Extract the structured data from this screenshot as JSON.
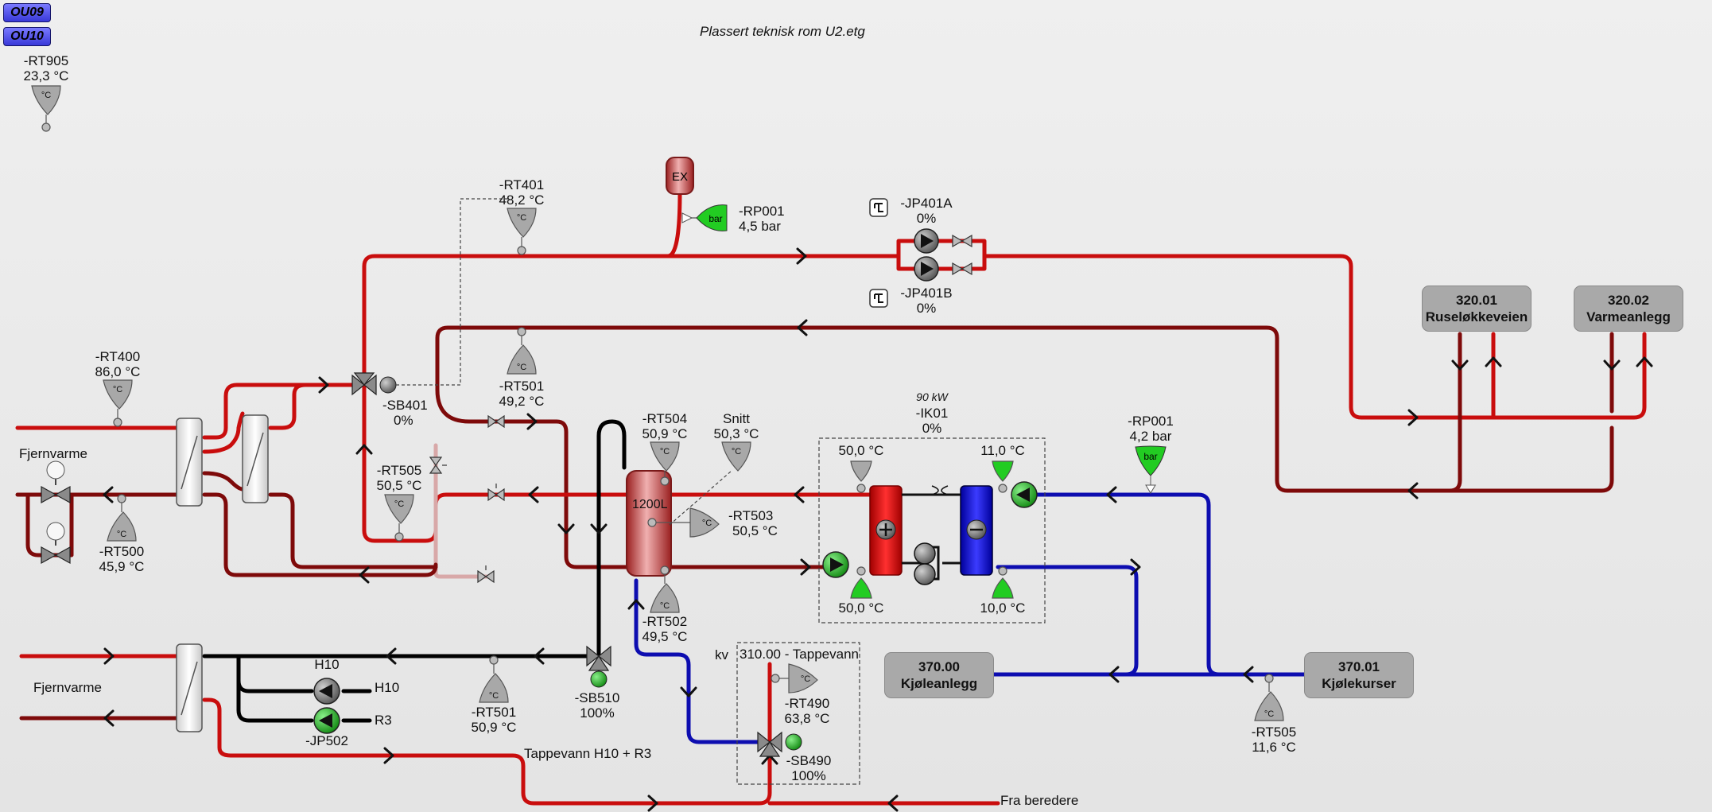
{
  "header": {
    "title": "Plassert teknisk rom U2.etg"
  },
  "nav": {
    "ou09": "OU09",
    "ou10": "OU10"
  },
  "sensors": {
    "rt905": {
      "name": "-RT905",
      "value": "23,3 °C"
    },
    "rt401": {
      "name": "-RT401",
      "value": "48,2 °C"
    },
    "rp001_top": {
      "name": "-RP001",
      "value": "4,5 bar"
    },
    "rt400": {
      "name": "-RT400",
      "value": "86,0 °C"
    },
    "rt501_top": {
      "name": "-RT501",
      "value": "49,2 °C"
    },
    "rt505_left": {
      "name": "-RT505",
      "value": "50,5 °C"
    },
    "rt500": {
      "name": "-RT500",
      "value": "45,9 °C"
    },
    "rt504": {
      "name": "-RT504",
      "value": "50,9 °C"
    },
    "snitt": {
      "name": "Snitt",
      "value": "50,3 °C"
    },
    "rt503": {
      "name": "-RT503",
      "value": "50,5 °C"
    },
    "rt502": {
      "name": "-RT502",
      "value": "49,5 °C"
    },
    "rp001_right": {
      "name": "-RP001",
      "value": "4,2 bar"
    },
    "rt501_bottom": {
      "name": "-RT501",
      "value": "50,9 °C"
    },
    "rt490": {
      "name": "-RT490",
      "value": "63,8 °C"
    },
    "rt505_right": {
      "name": "-RT505",
      "value": "11,6 °C"
    }
  },
  "heat_pump": {
    "capacity": "90 kW",
    "name": "-IK01",
    "value": "0%",
    "temp_hot_in": "50,0 °C",
    "temp_hot_out": "50,0 °C",
    "temp_cold_in": "11,0 °C",
    "temp_cold_out": "10,0 °C"
  },
  "pumps": {
    "jp401a": {
      "name": "-JP401A",
      "value": "0%"
    },
    "jp401b": {
      "name": "-JP401B",
      "value": "0%"
    },
    "jp502": {
      "name": "-JP502"
    },
    "h10_top": "H10",
    "h10_right": "H10",
    "r3": "R3"
  },
  "valves": {
    "sb401": {
      "name": "-SB401",
      "value": "0%"
    },
    "sb510": {
      "name": "-SB510",
      "value": "100%"
    },
    "sb490": {
      "name": "-SB490",
      "value": "100%"
    }
  },
  "tank": {
    "label": "1200L",
    "expansion": "EX"
  },
  "units": {
    "degc": "°C",
    "bar": "bar"
  },
  "labels": {
    "fjernvarme_top": "Fjernvarme",
    "fjernvarme_bottom": "Fjernvarme",
    "kv": "kv",
    "tappevann_box": "310.00 - Tappevann",
    "tappevann_h10_r3": "Tappevann H10 + R3",
    "fra_beredere": "Fra beredere"
  },
  "buildings": {
    "b32001": {
      "code": "320.01",
      "name": "Ruseløkkeveien"
    },
    "b32002": {
      "code": "320.02",
      "name": "Varmeanlegg"
    },
    "b37000": {
      "code": "370.00",
      "name": "Kjøleanlegg"
    },
    "b37001": {
      "code": "370.01",
      "name": "Kjølekurser"
    }
  },
  "colors": {
    "supply": "#c90d0d",
    "return": "#7e0a0a",
    "cold": "#0d0db0",
    "domestic": "#000000",
    "pump_running": "#22bb22",
    "building_box": "#a9a9a9",
    "nav_tag": "#4a4aee"
  }
}
